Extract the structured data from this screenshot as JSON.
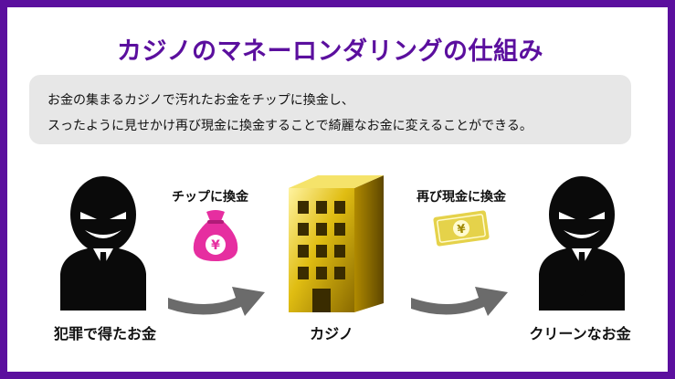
{
  "title": "カジノのマネーロンダリングの仕組み",
  "description": {
    "line1": "お金の集まるカジノで汚れたお金をチップに換金し、",
    "line2": "スったように見せかけ再び現金に換金することで綺麗なお金に変えることができる。"
  },
  "steps": {
    "criminal_label": "犯罪で得たお金",
    "to_chips_label": "チップに換金",
    "casino_label": "カジノ",
    "to_cash_label": "再び現金に換金",
    "clean_label": "クリーンなお金"
  },
  "icons": {
    "bag_symbol": "¥",
    "bill_symbol": "¥"
  },
  "colors": {
    "frame": "#5b0f9e",
    "bag": "#e62ea0",
    "building": "#d4b000",
    "arrow": "#6b6b6b"
  }
}
